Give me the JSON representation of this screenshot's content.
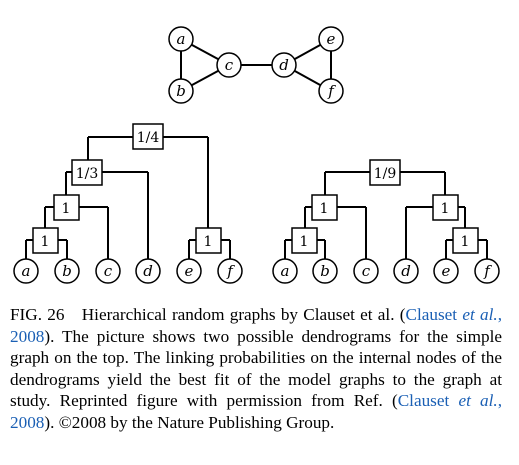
{
  "graph": {
    "nodes": [
      "a",
      "b",
      "c",
      "d",
      "e",
      "f"
    ]
  },
  "dendrogram_left": {
    "root_prob": "1/4",
    "inner_prob": "1/3",
    "mid_prob": "1",
    "low_prob": "1",
    "right_prob": "1",
    "leaves": [
      "a",
      "b",
      "c",
      "d",
      "e",
      "f"
    ]
  },
  "dendrogram_right": {
    "root_prob": "1/9",
    "left_mid_prob": "1",
    "left_low_prob": "1",
    "right_mid_prob": "1",
    "right_low_prob": "1",
    "leaves": [
      "a",
      "b",
      "c",
      "d",
      "e",
      "f"
    ]
  },
  "caption": {
    "label": "FIG. 26",
    "text_1": "Hierarchical random graphs by Clauset et al. (",
    "cite_1_author": "Clauset ",
    "cite_1_etal": "et al.",
    "cite_1_year": ", 2008",
    "text_2": "). The picture shows two possible dendrograms for the simple graph on the top. The linking probabilities on the internal nodes of the dendrograms yield the best fit of the model graphs to the graph at study. Reprinted figure with permission from Ref. (",
    "cite_2_author": "Clauset ",
    "cite_2_etal": "et al.",
    "cite_2_year": ", 2008",
    "text_3": "). ©2008 by the Nature Publishing Group."
  }
}
